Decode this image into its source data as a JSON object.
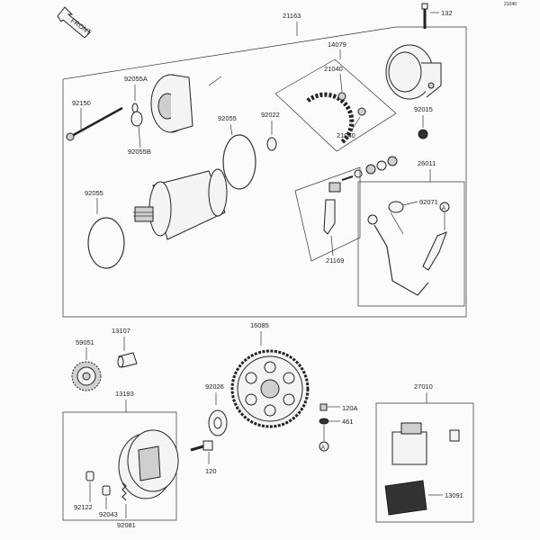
{
  "front_label": "FRONT",
  "corner_code": "21040",
  "parts": {
    "p21163": "21163",
    "p132": "132",
    "p14079": "14079",
    "p21040a": "21040",
    "p21040b": "21040",
    "p92055A": "92055A",
    "p92150": "92150",
    "p92055B": "92055B",
    "p92055a": "92055",
    "p92022": "92022",
    "p92015": "92015",
    "p26011": "26011",
    "p92055b": "92055",
    "p92071": "92071",
    "p21169": "21169",
    "p59051": "59051",
    "p13107": "13107",
    "p16085": "16085",
    "p13193": "13193",
    "p92026": "92026",
    "p120A": "120A",
    "p461": "461",
    "p27010": "27010",
    "p120": "120",
    "p13091": "13091",
    "p92122": "92122",
    "p92043": "92043",
    "p92081": "92081"
  },
  "ref_marker": "A"
}
